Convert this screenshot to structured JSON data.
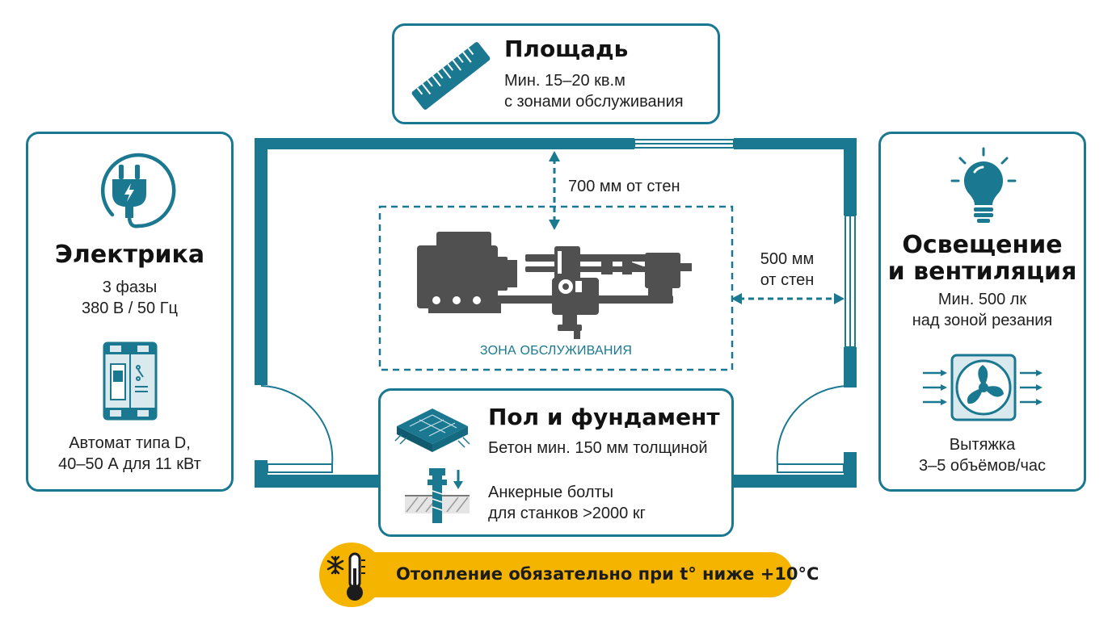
{
  "colors": {
    "accent": "#1a7891",
    "machine": "#505050",
    "heating": "#f5b400"
  },
  "area": {
    "title": "Площадь",
    "line1": "Мин. 15–20 кв.м",
    "line2": "с зонами обслуживания",
    "icon": "ruler-icon"
  },
  "electric": {
    "title": "Электрика",
    "line1": "3 фазы",
    "line2": "380 В / 50 Гц",
    "breaker_line1": "Автомат типа D,",
    "breaker_line2": "40–50 А для 11 кВт",
    "icons": [
      "plug-icon",
      "circuit-breaker-icon"
    ]
  },
  "lighting": {
    "title_line1": "Освещение",
    "title_line2": "и вентиляция",
    "line1": "Мин. 500 лк",
    "line2": "над зоной резания",
    "vent_line1": "Вытяжка",
    "vent_line2": "3–5 объёмов/час",
    "icons": [
      "light-bulb-icon",
      "exhaust-fan-icon"
    ]
  },
  "floor": {
    "title": "Пол и фундамент",
    "line1": "Бетон мин. 150 мм толщиной",
    "anchor_line1": "Анкерные болты",
    "anchor_line2": "для станков >2000 кг",
    "icons": [
      "concrete-slab-icon",
      "anchor-bolt-icon"
    ]
  },
  "room": {
    "top_clearance": "700 мм от стен",
    "side_clearance_line1": "500 мм",
    "side_clearance_line2": "от стен",
    "zone_label": "ЗОНА ОБСЛУЖИВАНИЯ",
    "machine_icon": "lathe-icon"
  },
  "heating": {
    "text": "Отопление обязательно при t° ниже +10°С",
    "icon": "thermometer-snowflake-icon"
  }
}
